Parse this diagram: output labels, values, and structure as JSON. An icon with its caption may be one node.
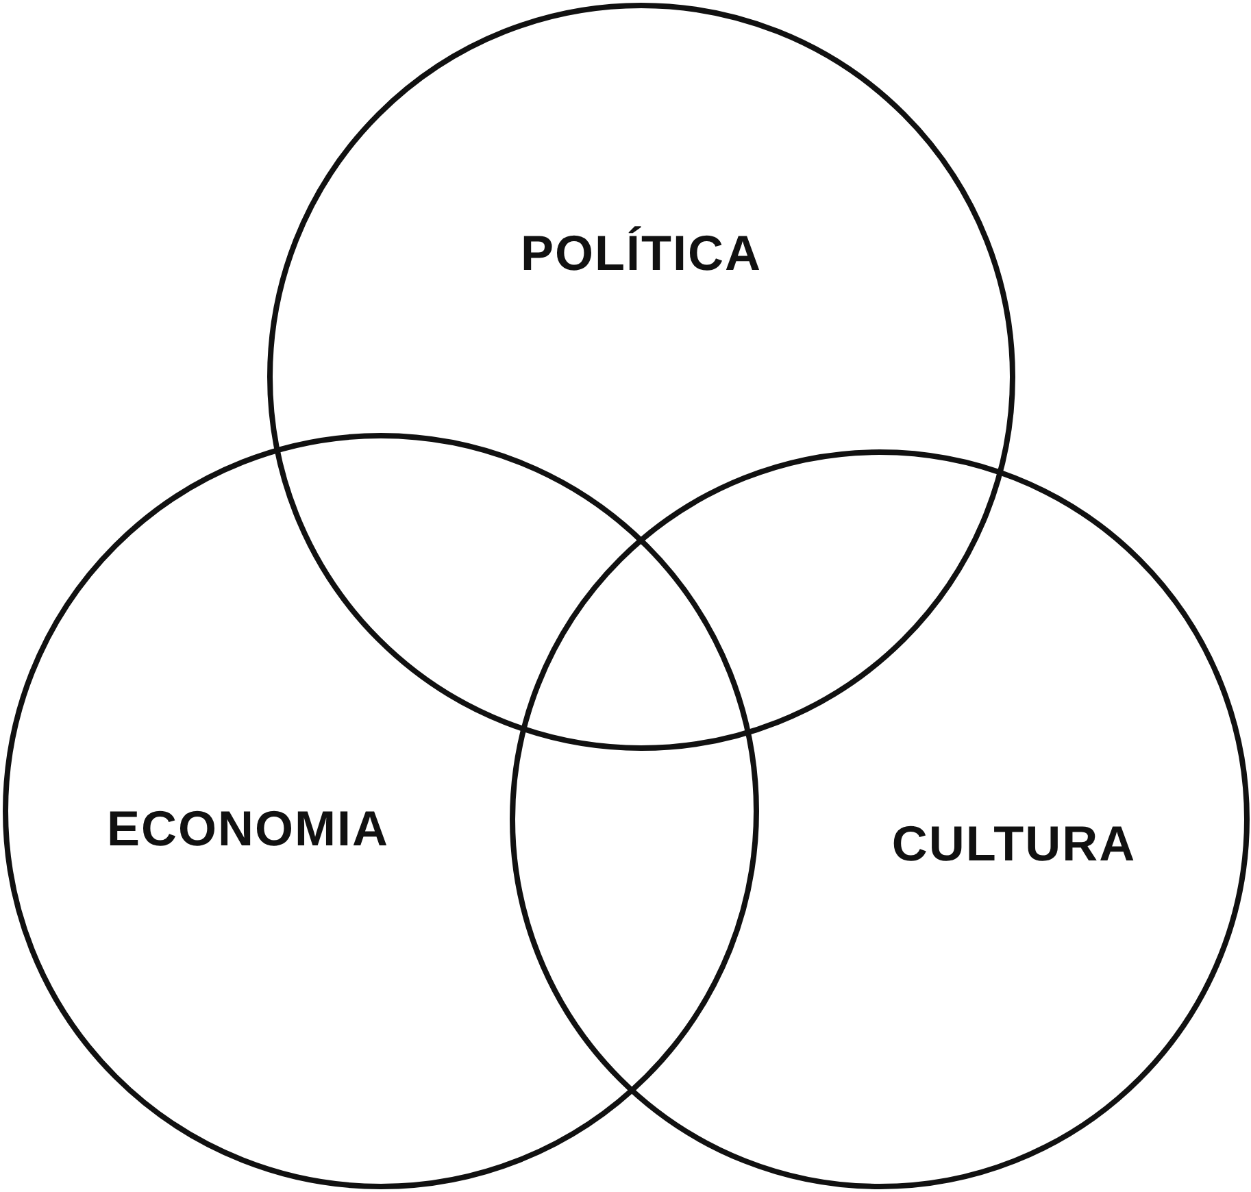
{
  "diagram": {
    "nodes": [
      {
        "text": [
          "POLÍTICA"
        ]
      },
      {
        "text": [
          "ECONOMIA"
        ]
      },
      {
        "text": [
          "CULTURA"
        ]
      }
    ]
  }
}
